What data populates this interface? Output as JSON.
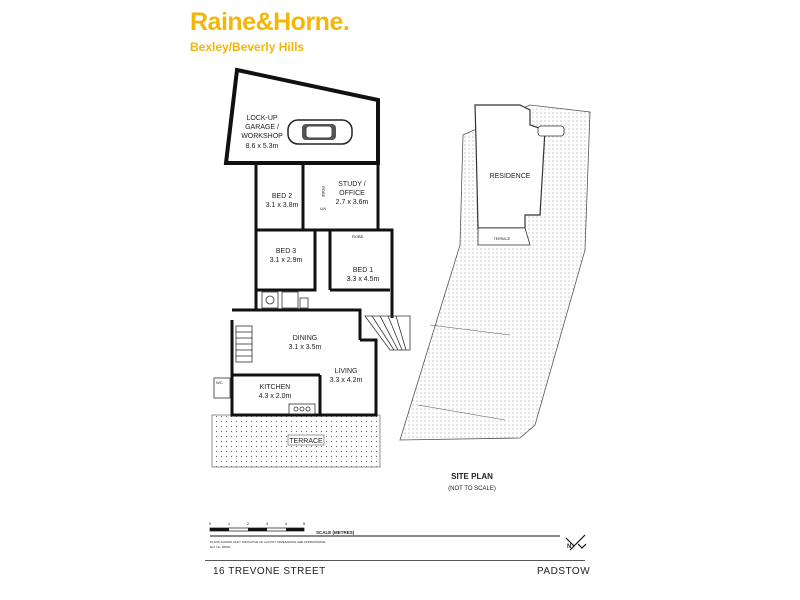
{
  "brand": {
    "name": "Raine&Horne.",
    "office": "Bexley/Beverly Hills"
  },
  "rooms": {
    "garage": {
      "line1": "LOCK-UP",
      "line2": "GARAGE /",
      "line3": "WORKSHOP",
      "size": "8.6 x 5.3m"
    },
    "bed2": {
      "name": "BED 2",
      "size": "3.1 x 3.8m"
    },
    "study": {
      "line1": "STUDY /",
      "line2": "OFFICE",
      "size": "2.7 x 3.6m"
    },
    "bed3": {
      "name": "BED 3",
      "size": "3.1 x 2.9m"
    },
    "bed1": {
      "name": "BED 1",
      "size": "3.3 x 4.5m"
    },
    "dining": {
      "name": "DINING",
      "size": "3.1 x 3.5m"
    },
    "living": {
      "name": "LIVING",
      "size": "3.3 x 4.2m"
    },
    "kitchen": {
      "name": "KITCHEN",
      "size": "4.3 x 2.0m"
    },
    "terrace": {
      "name": "TERRACE"
    },
    "robe": "ROBE",
    "linen": "LIN",
    "robe2": "ROBE",
    "wc": "WC"
  },
  "site_plan": {
    "residence": "RESIDENCE",
    "terrace": "TERRACE",
    "title": "SITE PLAN",
    "subtitle": "(NOT TO SCALE)"
  },
  "scale": {
    "label": "SCALE (METRES)",
    "ticks": [
      "0",
      "1",
      "2",
      "3",
      "4",
      "5"
    ],
    "note_line1": "PLANS SHOWN ONLY INDICATIVE OF LAYOUT. DIMENSIONS ARE APPROXIMATE.",
    "note_line2": "Ref. No. 65002"
  },
  "compass": "N",
  "footer": {
    "address": "16 TREVONE STREET",
    "suburb": "PADSTOW"
  }
}
